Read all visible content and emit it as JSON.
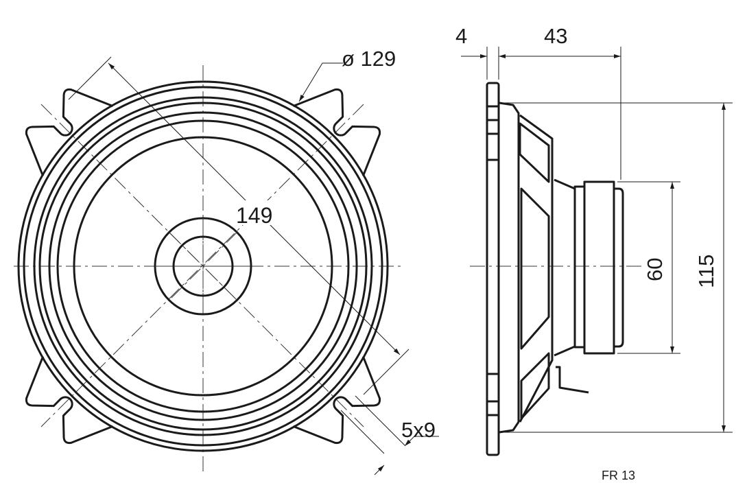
{
  "drawing": {
    "model_label": "FR 13",
    "front_view": {
      "diameter_label": "ø 129",
      "diagonal_label": "149",
      "slot_label": "5x9"
    },
    "side_view": {
      "flange_thickness_label": "4",
      "depth_label": "43",
      "magnet_diameter_label": "60",
      "basket_diameter_label": "115"
    },
    "line_color": "#1a1a1a"
  }
}
